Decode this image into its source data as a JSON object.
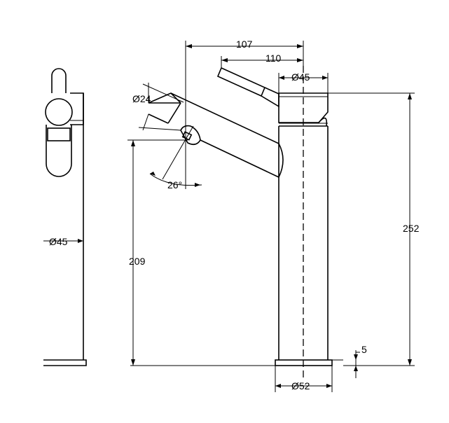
{
  "dimensions": {
    "spout_reach": "107",
    "handle_reach": "110",
    "body_diameter_top": "Ø45",
    "aerator_diameter": "Ø24",
    "lever_angle": "26°",
    "total_height": "252",
    "spout_height": "209",
    "body_diameter_side": "Ø45",
    "base_thickness": "5",
    "base_diameter": "Ø52"
  }
}
